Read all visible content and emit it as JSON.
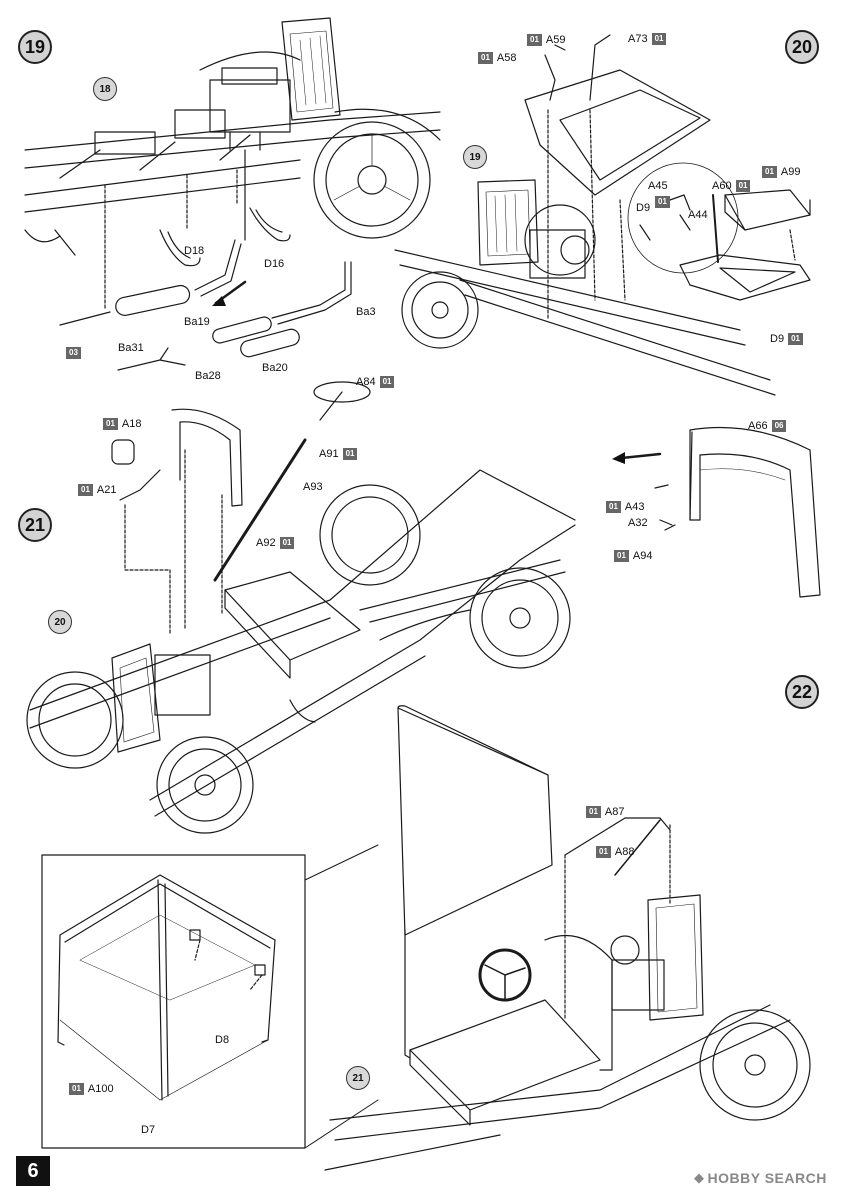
{
  "page": {
    "number": "6"
  },
  "steps": [
    {
      "label": "19"
    },
    {
      "label": "20"
    },
    {
      "label": "21"
    },
    {
      "label": "22"
    }
  ],
  "references": [
    {
      "label": "18"
    },
    {
      "label": "19"
    },
    {
      "label": "20"
    },
    {
      "label": "21"
    }
  ],
  "sprues": {
    "s01": "01",
    "s03": "03",
    "s06": "06"
  },
  "parts": {
    "D18": "D18",
    "D16": "D16",
    "Ba3": "Ba3",
    "Ba19": "Ba19",
    "Ba31": "Ba31",
    "Ba28": "Ba28",
    "Ba20": "Ba20",
    "A59": "A59",
    "A58": "A58",
    "A73": "A73",
    "A45": "A45",
    "A60": "A60",
    "A99": "A99",
    "D9": "D9",
    "A44": "A44",
    "A84": "A84",
    "A18": "A18",
    "A91": "A91",
    "A21": "A21",
    "A93": "A93",
    "A92": "A92",
    "A66": "A66",
    "A43": "A43",
    "A32": "A32",
    "A94": "A94",
    "A87": "A87",
    "A88": "A88",
    "D8": "D8",
    "A100": "A100",
    "D7": "D7"
  },
  "watermark": {
    "text": "HOBBY SEARCH",
    "icon": "hobby-search-logo-icon"
  }
}
